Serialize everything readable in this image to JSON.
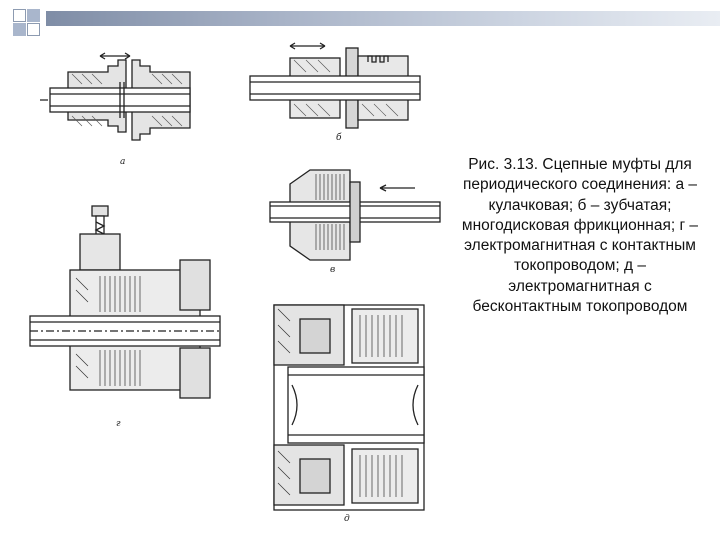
{
  "caption": {
    "title": "Рис. 3.13.",
    "text": "Сцепные муфты для периодического соединения:   а – кулачковая; б – зубчатая; многодисковая фрикционная;   г – электромагнитная с контактным токопроводом;   д – электромагнитная с бесконтактным токопроводом"
  },
  "figures": {
    "a": "а",
    "b": "б",
    "v": "в",
    "g": "г",
    "d": "д"
  },
  "colors": {
    "accent": "#8d9bb1",
    "ink": "#111111"
  }
}
